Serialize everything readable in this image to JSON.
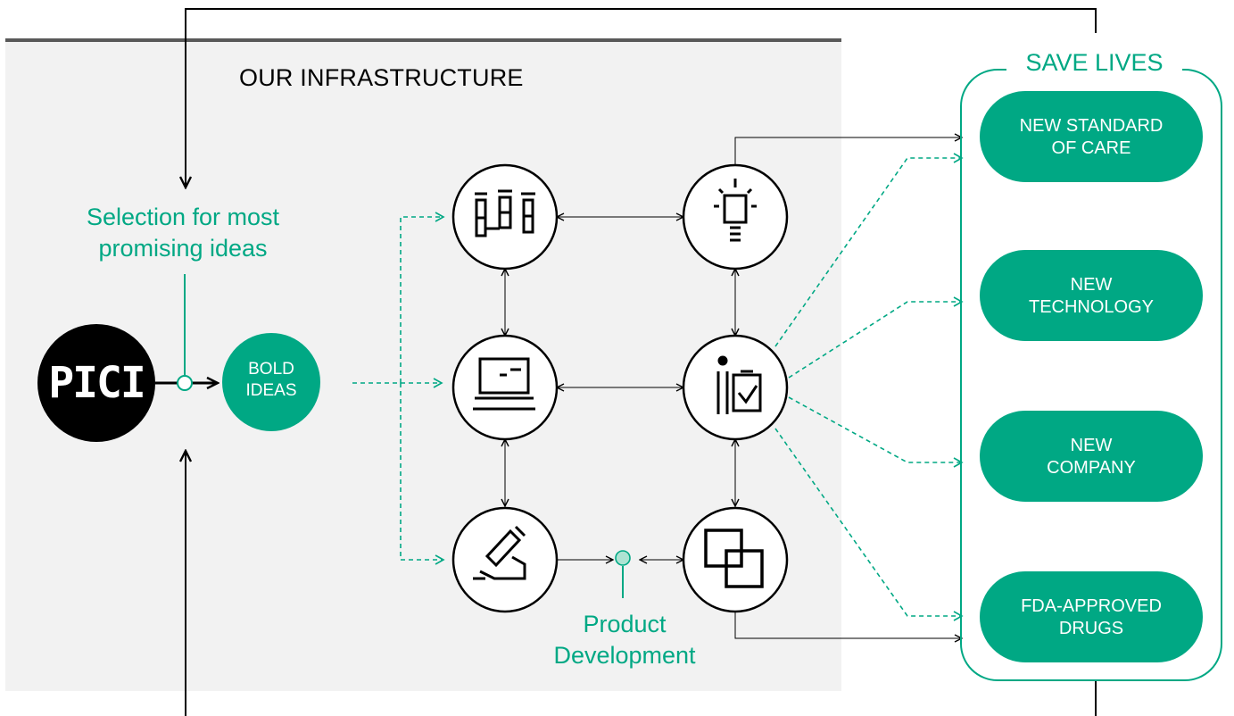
{
  "diagram": {
    "title": "OUR INFRASTRUCTURE",
    "selection_label_line1": "Selection for most",
    "selection_label_line2": "promising ideas",
    "logo_text": "PICI",
    "bold_ideas_line1": "BOLD",
    "bold_ideas_line2": "IDEAS",
    "product_dev_line1": "Product",
    "product_dev_line2": "Development",
    "save_lives_label": "SAVE LIVES",
    "outcomes": [
      {
        "line1": "NEW STANDARD",
        "line2": "OF CARE"
      },
      {
        "line1": "NEW",
        "line2": "TECHNOLOGY"
      },
      {
        "line1": "NEW",
        "line2": "COMPANY"
      },
      {
        "line1": "FDA-APPROVED",
        "line2": "DRUGS"
      }
    ],
    "nodes": [
      {
        "icon": "test-tubes-icon"
      },
      {
        "icon": "lightbulb-icon"
      },
      {
        "icon": "computer-icon"
      },
      {
        "icon": "person-clipboard-icon"
      },
      {
        "icon": "microscope-icon"
      },
      {
        "icon": "overlapping-squares-icon"
      }
    ],
    "colors": {
      "accent": "#00a884",
      "panel": "#f2f2f2",
      "panel_rule": "#595959",
      "dark": "#000000"
    }
  }
}
